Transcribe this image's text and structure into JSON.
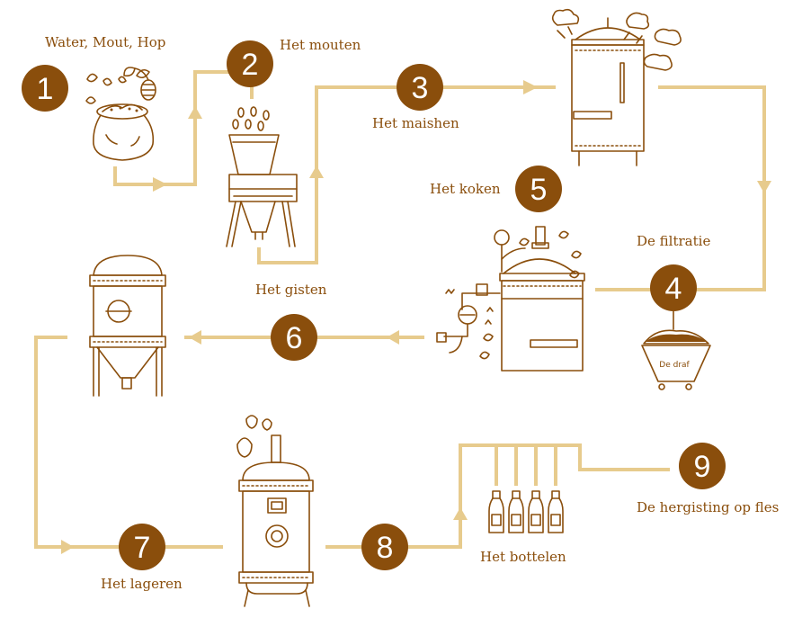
{
  "colors": {
    "accent": "#8a4e0c",
    "flow": "#e7cb8d",
    "background": "#ffffff"
  },
  "steps": [
    {
      "number": "1",
      "label": "Water, Mout, Hop"
    },
    {
      "number": "2",
      "label": "Het mouten"
    },
    {
      "number": "3",
      "label": "Het maishen"
    },
    {
      "number": "4",
      "label": "De filtratie"
    },
    {
      "number": "5",
      "label": "Het koken"
    },
    {
      "number": "6",
      "label": "Het gisten"
    },
    {
      "number": "7",
      "label": "Het lageren"
    },
    {
      "number": "8",
      "label": "Het bottelen"
    },
    {
      "number": "9",
      "label": "De hergisting op fles"
    }
  ],
  "cart_label": "De draf",
  "icons": [
    "sack-hops-icon",
    "malt-mill-icon",
    "mash-tun-icon",
    "lauter-tun-icon",
    "brew-kettle-icon",
    "fermenter-icon",
    "lagering-tank-icon",
    "bottles-icon"
  ]
}
